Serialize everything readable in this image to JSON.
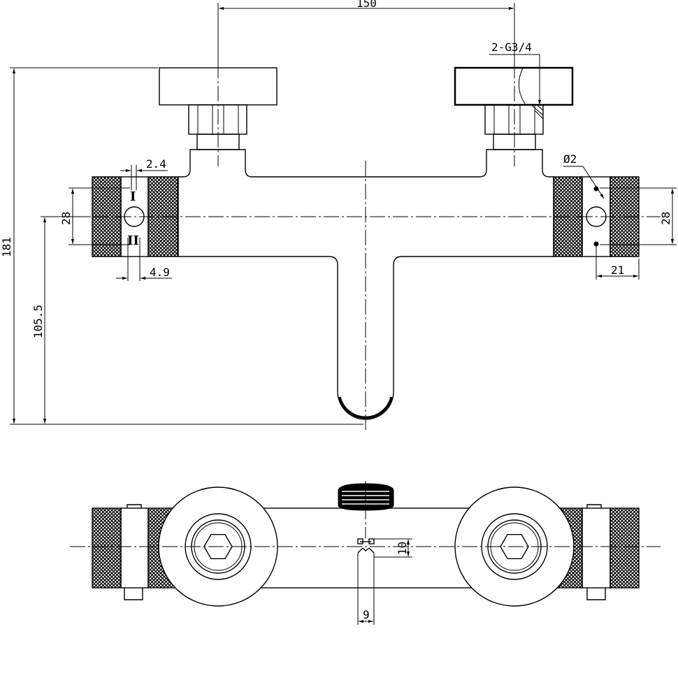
{
  "dimensions": {
    "inlet_spacing": "150",
    "inlet_thread": "2-G3/4",
    "total_height": "181",
    "outlet_height": "105.5",
    "knob_width_left": "28",
    "knob_width_right": "28",
    "gap_top": "2.4",
    "gap_bottom": "4.9",
    "pin_diameter": "Ø2",
    "knob_length": "21",
    "slot_height": "10",
    "slot_width": "9"
  },
  "marks": {
    "roman_one": "I",
    "roman_two": "II"
  },
  "colors": {
    "line": "#000000",
    "background": "#ffffff"
  }
}
